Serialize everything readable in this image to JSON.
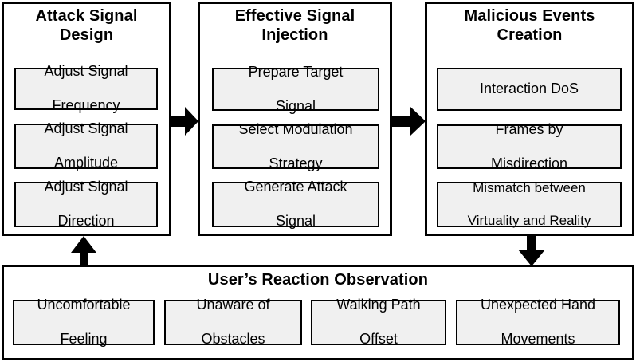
{
  "diagram": {
    "title": "Attack Signal Design to User's Reaction Observation pipeline",
    "colors": {
      "stroke": "#000000",
      "panel_background": "#ffffff",
      "item_background": "#f0f0f0",
      "text": "#000000"
    }
  },
  "stages": [
    {
      "id": "attack-signal-design",
      "title": "Attack Signal\nDesign",
      "title_line1": "Attack Signal",
      "title_line2": "Design",
      "items": [
        {
          "line1": "Adjust Signal",
          "line2": "Frequency"
        },
        {
          "line1": "Adjust Signal",
          "line2": "Amplitude"
        },
        {
          "line1": "Adjust Signal",
          "line2": "Direction"
        }
      ]
    },
    {
      "id": "effective-signal-injection",
      "title": "Effective Signal\nInjection",
      "title_line1": "Effective Signal",
      "title_line2": "Injection",
      "items": [
        {
          "line1": "Prepare Target",
          "line2": "Signal"
        },
        {
          "line1": "Select Modulation",
          "line2": "Strategy"
        },
        {
          "line1": "Generate Attack",
          "line2": "Signal"
        }
      ]
    },
    {
      "id": "malicious-events-creation",
      "title": "Malicious Events\nCreation",
      "title_line1": "Malicious  Events",
      "title_line2": "Creation",
      "items": [
        {
          "line1": "Interaction DoS",
          "line2": ""
        },
        {
          "line1": "Frames by",
          "line2": "Misdirection"
        },
        {
          "line1": "Mismatch between",
          "line2": "Virtuality and Reality"
        }
      ]
    }
  ],
  "observation": {
    "id": "user-reaction-observation",
    "title": "User’s Reaction Observation",
    "items": [
      {
        "line1": "Uncomfortable",
        "line2": "Feeling"
      },
      {
        "line1": "Unaware of",
        "line2": "Obstacles"
      },
      {
        "line1": "Walking Path",
        "line2": "Offset"
      },
      {
        "line1": "Unexpected Hand",
        "line2": "Movements"
      }
    ]
  },
  "connectors": [
    {
      "id": "design-to-injection",
      "direction": "right"
    },
    {
      "id": "injection-to-events",
      "direction": "right"
    },
    {
      "id": "events-to-observation",
      "direction": "down"
    },
    {
      "id": "observation-to-design",
      "direction": "up"
    }
  ]
}
